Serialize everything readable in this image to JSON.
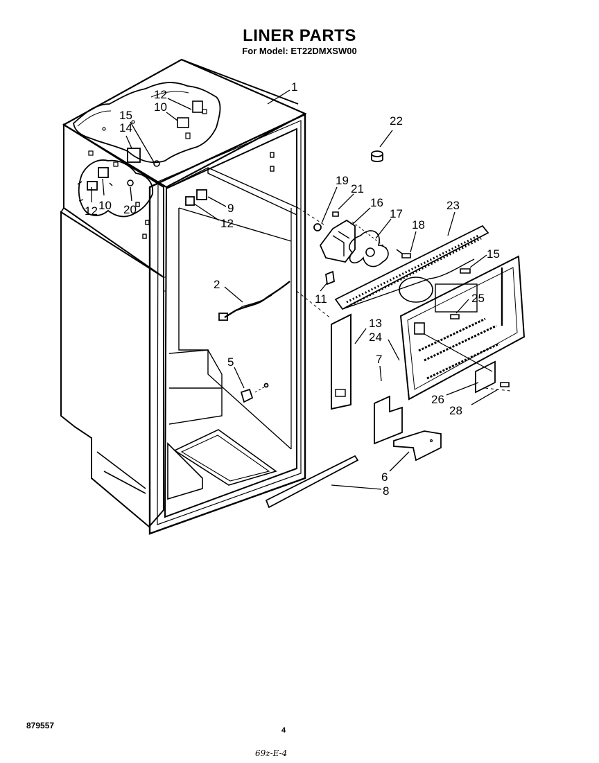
{
  "header": {
    "title": "LINER PARTS",
    "subtitle": "For Model: ET22DMXSW00"
  },
  "callouts": [
    {
      "id": "c1",
      "label": "1"
    },
    {
      "id": "c2",
      "label": "2"
    },
    {
      "id": "c5",
      "label": "5"
    },
    {
      "id": "c6",
      "label": "6"
    },
    {
      "id": "c7",
      "label": "7"
    },
    {
      "id": "c8",
      "label": "8"
    },
    {
      "id": "c9",
      "label": "9"
    },
    {
      "id": "c10a",
      "label": "10"
    },
    {
      "id": "c10b",
      "label": "10"
    },
    {
      "id": "c11",
      "label": "11"
    },
    {
      "id": "c12a",
      "label": "12"
    },
    {
      "id": "c12b",
      "label": "12"
    },
    {
      "id": "c12c",
      "label": "12"
    },
    {
      "id": "c13",
      "label": "13"
    },
    {
      "id": "c14",
      "label": "14"
    },
    {
      "id": "c15a",
      "label": "15"
    },
    {
      "id": "c15b",
      "label": "15"
    },
    {
      "id": "c16",
      "label": "16"
    },
    {
      "id": "c17",
      "label": "17"
    },
    {
      "id": "c18",
      "label": "18"
    },
    {
      "id": "c19",
      "label": "19"
    },
    {
      "id": "c20",
      "label": "20"
    },
    {
      "id": "c21",
      "label": "21"
    },
    {
      "id": "c22",
      "label": "22"
    },
    {
      "id": "c23",
      "label": "23"
    },
    {
      "id": "c24",
      "label": "24"
    },
    {
      "id": "c25",
      "label": "25"
    },
    {
      "id": "c26",
      "label": "26"
    },
    {
      "id": "c28",
      "label": "28"
    }
  ],
  "footer": {
    "doc_number": "879557",
    "page_number": "4",
    "handwritten_note": "69z-E-4"
  }
}
